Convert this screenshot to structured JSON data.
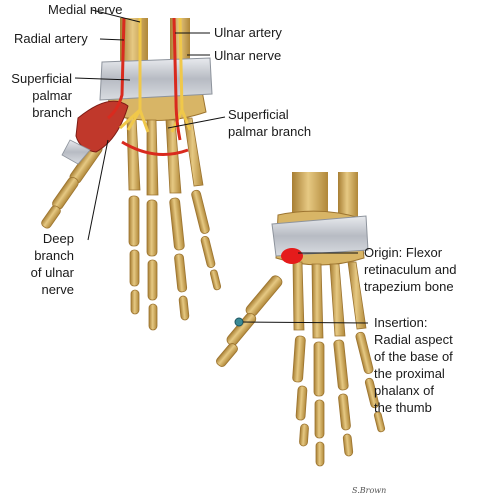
{
  "figure": {
    "left_panel": {
      "labels": {
        "medial_nerve": "Medial nerve",
        "radial_artery": "Radial artery",
        "ulnar_artery": "Ulnar artery",
        "ulnar_nerve": "Ulnar nerve",
        "superficial_palmar_branch_left": [
          "Superficial",
          "palmar",
          "branch"
        ],
        "superficial_palmar_branch_right": [
          "Superficial",
          "palmar branch"
        ],
        "deep_branch_ulnar_nerve": [
          "Deep",
          "branch",
          "of ulnar",
          "nerve"
        ]
      }
    },
    "right_panel": {
      "labels": {
        "origin": [
          "Origin: Flexor",
          "retinaculum and",
          "trapezium bone"
        ],
        "insertion": [
          "Insertion:",
          "Radial aspect",
          "of the base of",
          "the proximal",
          "phalanx of",
          "the thumb"
        ]
      }
    },
    "signature": "S.Brown"
  },
  "colors": {
    "bone": "#d9b86a",
    "bone_shadow": "#a77e33",
    "retinaculum": "#c9ccd2",
    "artery": "#d92a1e",
    "nerve": "#f0c84a",
    "muscle": "#c0382b",
    "origin_marker": "#e51b1b",
    "insertion_marker": "#3a8a96"
  }
}
